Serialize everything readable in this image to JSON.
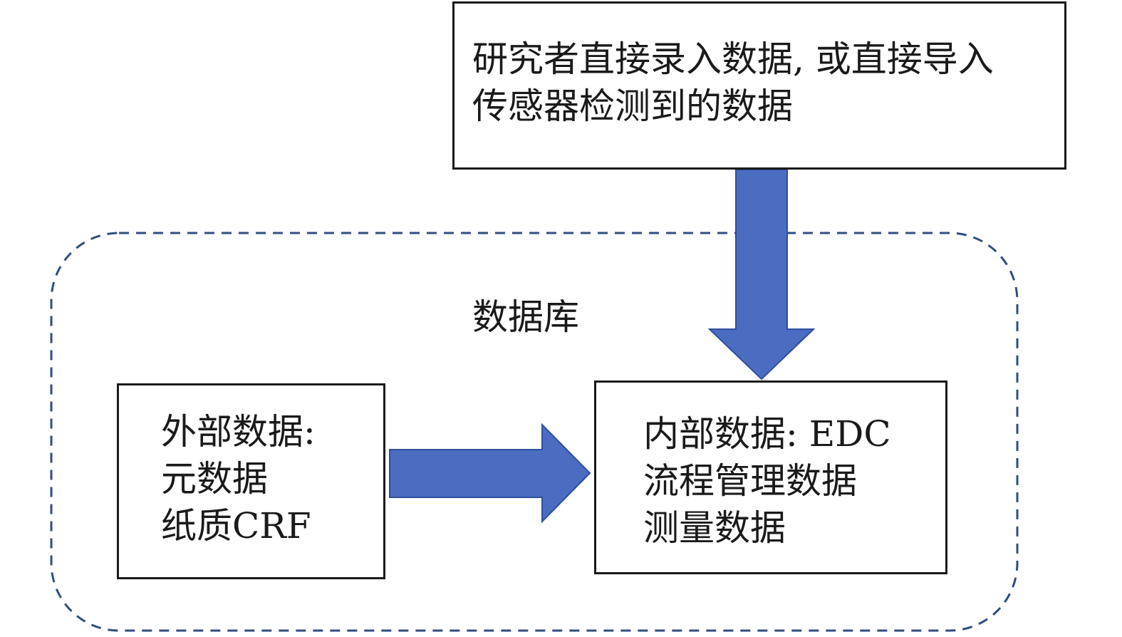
{
  "top_box": {
    "line1": "研究者直接录入数据, 或直接导入",
    "line2": "传感器检测到的数据"
  },
  "database": {
    "label": "数据库"
  },
  "external_box": {
    "line1": "外部数据:",
    "line2": "元数据",
    "line3": "纸质CRF"
  },
  "internal_box": {
    "line1": "内部数据: EDC",
    "line2": "流程管理数据",
    "line3": "测量数据"
  },
  "colors": {
    "arrow_fill": "#4a6cc1",
    "arrow_stroke": "#2f4f9e",
    "dash_border": "#2f4f7e",
    "box_border": "#1a1a1a"
  }
}
